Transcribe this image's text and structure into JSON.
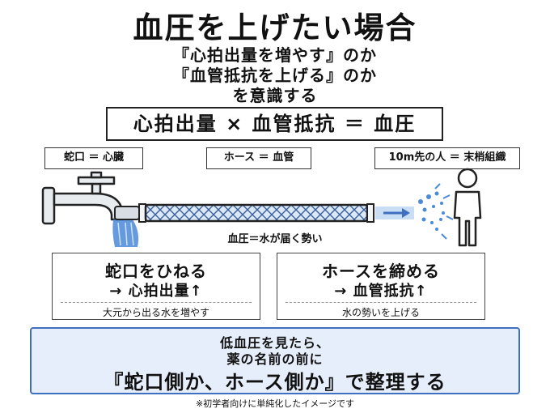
{
  "title": "血圧を上げたい場合",
  "subtitle_lines": [
    "『心拍出量を増やす』のか",
    "『血管抵抗を上げる』のか",
    "を意識する"
  ],
  "formula": "心拍出量 × 血管抵抗 ＝ 血圧",
  "labels": {
    "faucet": "蛇口 ＝ 心臓",
    "hose": "ホース ＝ 血管",
    "person": "10m先の人 ＝ 末梢組織"
  },
  "caption": "血圧＝水が届く勢い",
  "cards": [
    {
      "title": "蛇口をひねる",
      "arrow_line": "→ 心拍出量↑",
      "desc": "大元から出る水を増やす"
    },
    {
      "title": "ホースを締める",
      "arrow_line": "→ 血管抵抗↑",
      "desc": "水の勢いを上げる"
    }
  ],
  "bottom": {
    "line1": "低血圧を見たら、",
    "line2": "薬の名前の前に",
    "line3": "『蛇口側か、ホース側か』で整理する"
  },
  "footnote": "※初学者向けに単純化したイメージです",
  "icons": [
    "faucet-icon",
    "water-stream-icon",
    "hose-icon",
    "arrow-icon",
    "water-spray-icon",
    "person-icon"
  ],
  "colors": {
    "accent_blue": "#3f6fbf",
    "panel_bg": "#e6eefb",
    "water_blue": "#4a8ad8"
  }
}
